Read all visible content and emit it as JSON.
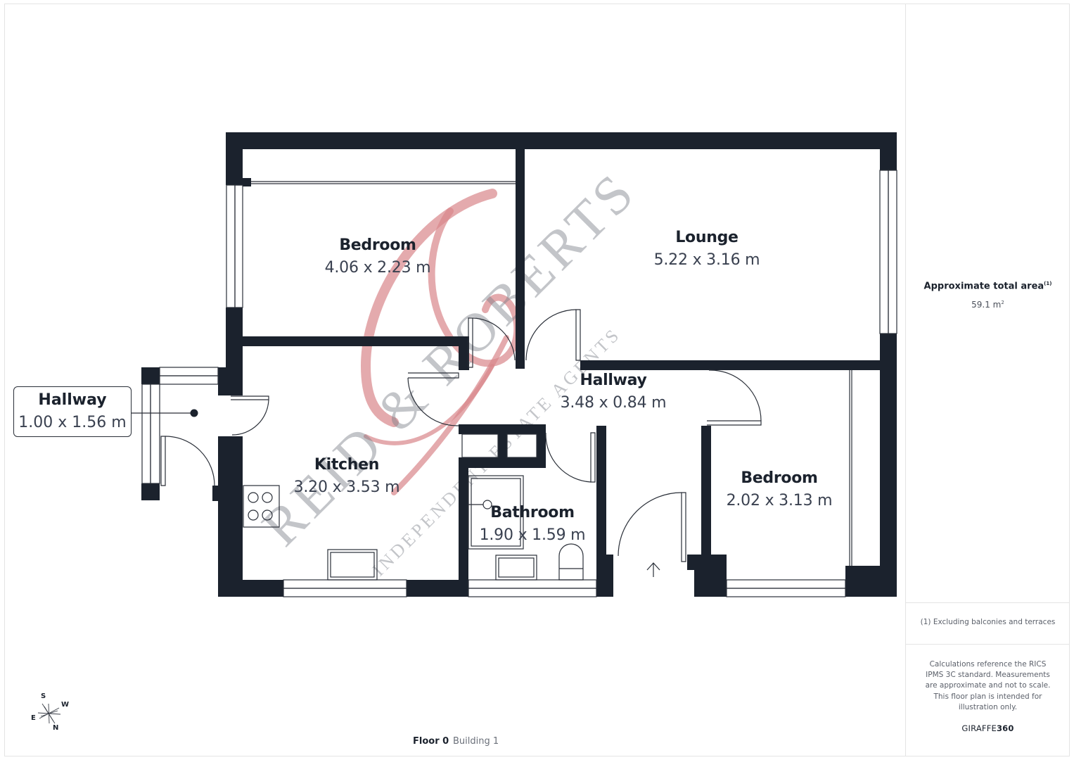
{
  "rooms": [
    {
      "name": "Bedroom",
      "dims": "4.06 x 2.23 m"
    },
    {
      "name": "Lounge",
      "dims": "5.22 x 3.16 m"
    },
    {
      "name": "Hallway",
      "dims": "3.48 x 0.84 m"
    },
    {
      "name": "Kitchen",
      "dims": "3.20 x 3.53 m"
    },
    {
      "name": "Bathroom",
      "dims": "1.90 x 1.59 m"
    },
    {
      "name": "Bedroom",
      "dims": "2.02 x 3.13 m"
    }
  ],
  "callout": {
    "name": "Hallway",
    "dims": "1.00 x 1.56 m"
  },
  "sidebar": {
    "area_title": "Approximate total area",
    "area_title_sup": "(1)",
    "area_value": "59.1 m",
    "area_value_sup": "2",
    "footnote": "(1) Excluding balconies and terraces",
    "disclaimer": "Calculations reference the RICS IPMS 3C standard. Measurements are approximate and not to scale. This floor plan is intended for illustration only.",
    "brand_prefix": "GIRAFFE",
    "brand_suffix": "360"
  },
  "footer": {
    "floor": "Floor 0",
    "building": "Building 1"
  },
  "compass": {
    "top": "S",
    "right": "W",
    "left": "E",
    "bottom": "N"
  },
  "watermark": {
    "line1": "REID & ROBERTS",
    "line2": "INDEPENDENT ESTATE AGENTS",
    "monogram_color": "#d9868a"
  },
  "colors": {
    "wall": "#1b222d",
    "text": "#1b222d",
    "dim_text": "#3a4150",
    "border": "#e4e4e4"
  }
}
